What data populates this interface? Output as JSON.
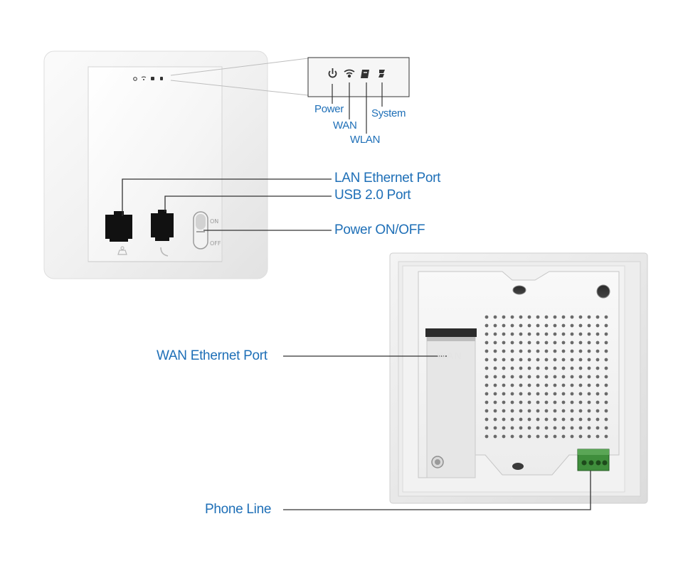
{
  "front_panel": {
    "led_labels": {
      "power": "Power",
      "wan": "WAN",
      "wlan": "WLAN",
      "system": "System"
    },
    "port_labels": {
      "lan_ethernet": "LAN Ethernet Port",
      "usb": "USB 2.0 Port",
      "power_switch": "Power ON/OFF"
    },
    "switch_marks": {
      "on": "ON",
      "off": "OFF"
    }
  },
  "back_panel": {
    "wan_embossed": "WAN",
    "labels": {
      "wan_ethernet": "WAN Ethernet Port",
      "phone_line": "Phone Line"
    }
  },
  "colors": {
    "label_blue": "#1e6fb7",
    "leader_line": "#333333",
    "device_white": "#f4f4f4"
  },
  "icons": [
    "power-icon",
    "wifi-icon",
    "wlan-icon",
    "system-icon",
    "ethernet-symbol-icon",
    "phone-symbol-icon"
  ]
}
